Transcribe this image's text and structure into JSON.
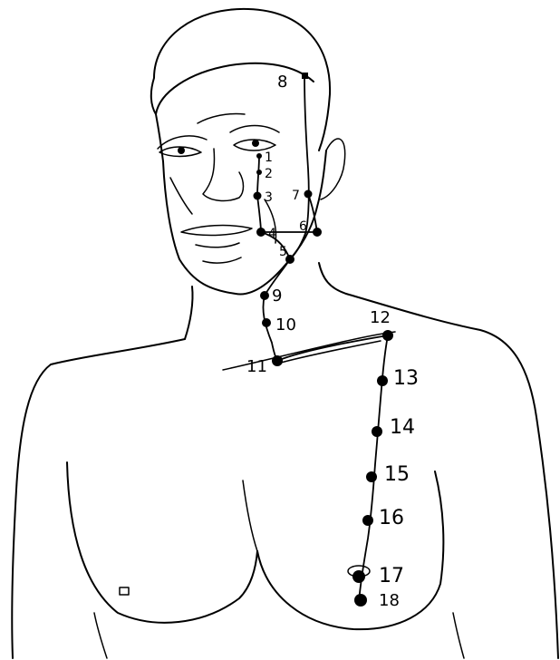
{
  "points": [
    {
      "id": "1",
      "label": "1"
    },
    {
      "id": "2",
      "label": "2"
    },
    {
      "id": "3",
      "label": "3"
    },
    {
      "id": "4",
      "label": "4"
    },
    {
      "id": "5",
      "label": "5"
    },
    {
      "id": "6",
      "label": "6"
    },
    {
      "id": "7",
      "label": "7"
    },
    {
      "id": "8",
      "label": "8"
    },
    {
      "id": "9",
      "label": "9"
    },
    {
      "id": "10",
      "label": "10"
    },
    {
      "id": "11",
      "label": "11"
    },
    {
      "id": "12",
      "label": "12"
    },
    {
      "id": "13",
      "label": "13"
    },
    {
      "id": "14",
      "label": "14"
    },
    {
      "id": "15",
      "label": "15"
    },
    {
      "id": "16",
      "label": "16"
    },
    {
      "id": "17",
      "label": "17"
    },
    {
      "id": "18",
      "label": "18"
    }
  ]
}
